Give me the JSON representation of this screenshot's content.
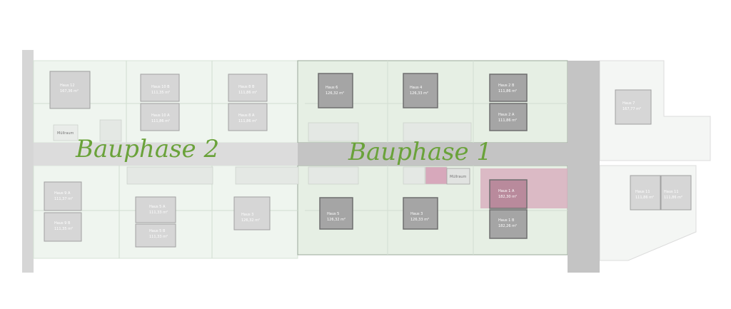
{
  "phases": {
    "phase2": "Bauphase 2",
    "phase1": "Bauphase 1"
  },
  "houses": {
    "h12": {
      "name": "Haus 12",
      "area": "167,36 m²"
    },
    "h10b": {
      "name": "Haus 10 B",
      "area": "111,35 m²"
    },
    "h10a": {
      "name": "Haus 10 A",
      "area": "111,86 m²"
    },
    "h8b": {
      "name": "Haus 8 B",
      "area": "111,86 m²"
    },
    "h8a": {
      "name": "Haus 8 A",
      "area": "111,86 m²"
    },
    "h6": {
      "name": "Haus 6",
      "area": "126,32 m²"
    },
    "h4": {
      "name": "Haus 4",
      "area": "126,33 m²"
    },
    "h2b": {
      "name": "Haus 2 B",
      "area": "111,86 m²"
    },
    "h2a": {
      "name": "Haus 2 A",
      "area": "111,86 m²"
    },
    "h7": {
      "name": "Haus 7",
      "area": "167,77 m²"
    },
    "h9a": {
      "name": "Haus 9 A",
      "area": "111,37 m²"
    },
    "h9b": {
      "name": "Haus 9 B",
      "area": "111,35 m²"
    },
    "h5a": {
      "name": "Haus 5 A",
      "area": "111,33 m²"
    },
    "h5b": {
      "name": "Haus 5 B",
      "area": "111,33 m²"
    },
    "h3": {
      "name": "Haus 3",
      "area": "126,32 m²"
    },
    "h5": {
      "name": "Haus 5",
      "area": "126,32 m²"
    },
    "h3b": {
      "name": "Haus 3",
      "area": "126,33 m²"
    },
    "h1a": {
      "name": "Haus 1 A",
      "area": "182,30 m²"
    },
    "h1b": {
      "name": "Haus 1 B",
      "area": "182,26 m²"
    },
    "h11a": {
      "name": "Haus 11",
      "area": "111,86 m²"
    },
    "h11b": {
      "name": "Haus 11",
      "area": "111,86 m²"
    }
  },
  "misc": {
    "muellraum1": "Müllraum",
    "muellraum2": "Müllraum"
  },
  "colors": {
    "phase_label": "#6aa23a",
    "phase1_area": "#e6efe4",
    "phase2_area": "#eff5ef",
    "road": "#c4c4c4",
    "highlight": "#d7a8bb"
  }
}
